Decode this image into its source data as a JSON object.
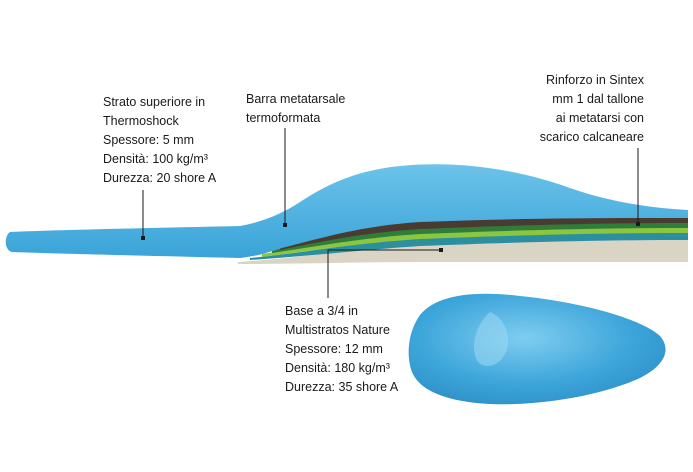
{
  "annotations": {
    "top_layer": {
      "lines": [
        "Strato superiore in",
        "Thermoshock",
        "Spessore: 5 mm",
        "Densità: 100 kg/m³",
        "Durezza: 20 shore A"
      ]
    },
    "metatarsal_bar": {
      "lines": [
        "Barra metatarsale",
        "termoformata"
      ]
    },
    "reinforcement": {
      "lines": [
        "Rinforzo in Sintex",
        "mm 1 dal tallone",
        "ai metatarsi con",
        "scarico calcaneare"
      ]
    },
    "base": {
      "lines": [
        "Base a 3/4 in",
        "Multistratos Nature",
        "Spessore: 12 mm",
        "Densità: 180 kg/m³",
        "Durezza: 35 shore A"
      ]
    }
  },
  "colors": {
    "top_layer_blue": "#3aa3d8",
    "top_layer_light": "#6cc3ea",
    "layer_dark_brown": "#4a3b30",
    "layer_green_dark": "#2e7d3a",
    "layer_green_light": "#8cc63f",
    "layer_teal": "#2b8fa0",
    "base_beige": "#d9d4c4",
    "leader_line": "#1a1a1a"
  }
}
